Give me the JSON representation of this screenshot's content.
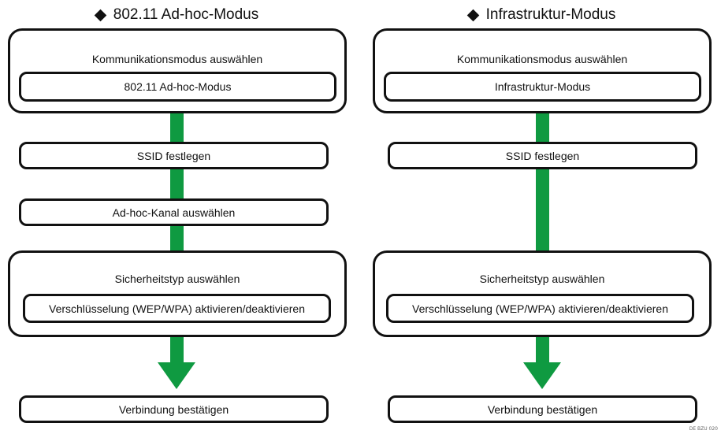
{
  "left": {
    "title": "802.11 Ad-hoc-Modus",
    "group1": {
      "label": "Kommunikationsmodus auswählen",
      "inner": "802.11 Ad-hoc-Modus"
    },
    "ssid": "SSID festlegen",
    "channel": "Ad-hoc-Kanal auswählen",
    "group2": {
      "label": "Sicherheitstyp auswählen",
      "inner": "Verschlüsselung (WEP/WPA) aktivieren/deaktivieren"
    },
    "confirm": "Verbindung bestätigen"
  },
  "right": {
    "title": "Infrastruktur-Modus",
    "group1": {
      "label": "Kommunikationsmodus auswählen",
      "inner": "Infrastruktur-Modus"
    },
    "ssid": "SSID festlegen",
    "group2": {
      "label": "Sicherheitstyp auswählen",
      "inner": "Verschlüsselung (WEP/WPA) aktivieren/deaktivieren"
    },
    "confirm": "Verbindung bestätigen"
  },
  "footnote": "DE BZU 020",
  "colors": {
    "arrow": "#0f9a41",
    "border": "#111111"
  },
  "icons": {
    "title_marker": "diamond-icon",
    "flow": "arrow-down-icon"
  }
}
